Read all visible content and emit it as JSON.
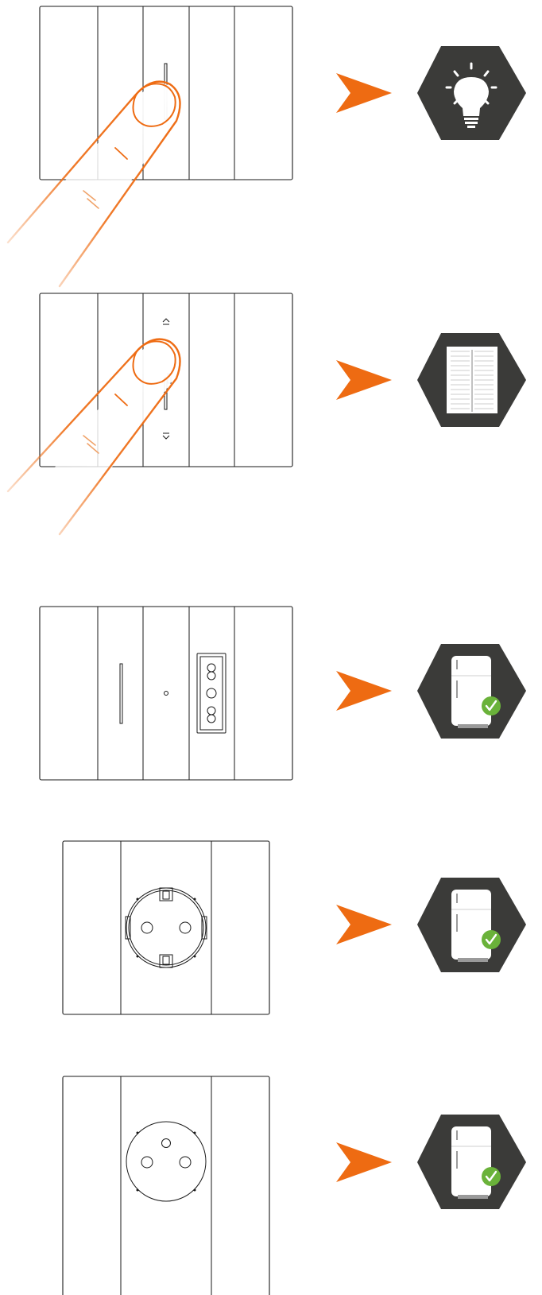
{
  "colors": {
    "accent": "#ee6b12",
    "icon_background": "#3b3b39",
    "check": "#6ab23a",
    "line": "#1a1a1a",
    "background": "#ffffff"
  },
  "rows": [
    {
      "device": "light-switch",
      "action": "finger-press",
      "result_icon": "light-bulb-icon"
    },
    {
      "device": "roller-shutter-switch",
      "action": "finger-press",
      "result_icon": "shutter-icon"
    },
    {
      "device": "italian-socket-p30",
      "action": "none",
      "result_icon": "fridge-check-icon"
    },
    {
      "device": "schuko-socket",
      "action": "none",
      "result_icon": "fridge-check-icon"
    },
    {
      "device": "french-socket",
      "action": "none",
      "result_icon": "fridge-check-icon"
    }
  ]
}
